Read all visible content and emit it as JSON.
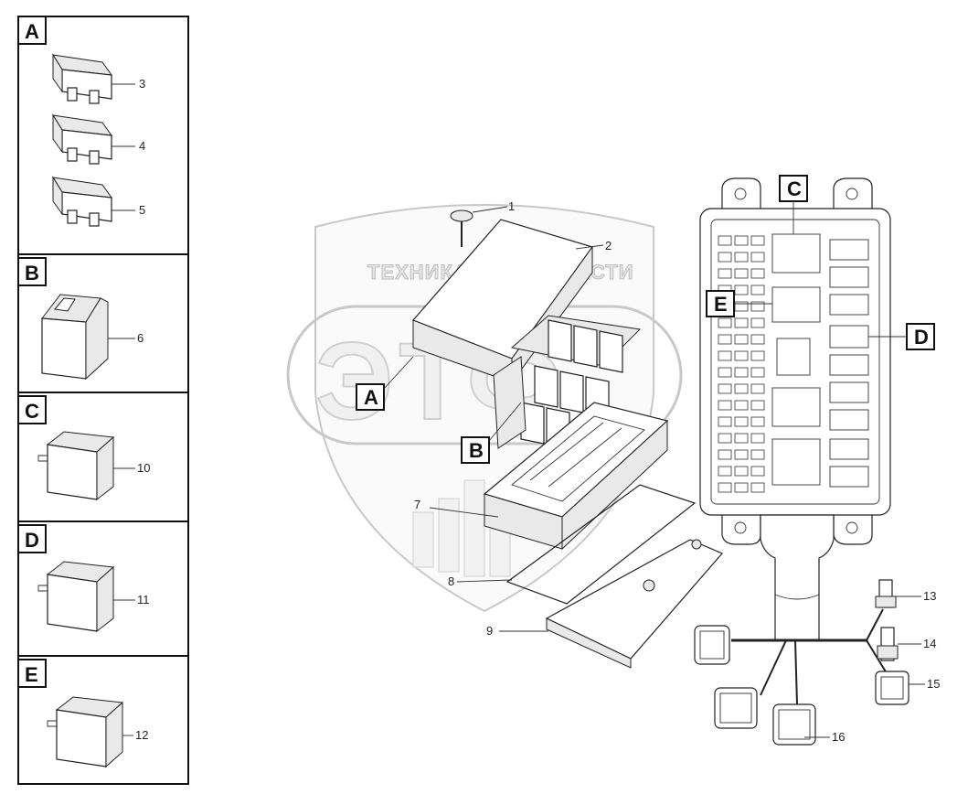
{
  "watermark": {
    "top_left": "ТЕХНИКА",
    "top_right": "ЗАПЧАСТИ",
    "big": "ЭТФ"
  },
  "legend_panels": [
    {
      "letter": "A",
      "callouts": [
        "3",
        "4",
        "5"
      ]
    },
    {
      "letter": "B",
      "callouts": [
        "6"
      ]
    },
    {
      "letter": "C",
      "callouts": [
        "10"
      ]
    },
    {
      "letter": "D",
      "callouts": [
        "11"
      ]
    },
    {
      "letter": "E",
      "callouts": [
        "12"
      ]
    }
  ],
  "main_callouts": {
    "c1": "1",
    "c2": "2",
    "c7": "7",
    "c8": "8",
    "c9": "9"
  },
  "main_tags": {
    "A": "A",
    "B": "B"
  },
  "layout_tags": {
    "C": "C",
    "D": "D",
    "E": "E"
  },
  "harness_callouts": {
    "c13": "13",
    "c14": "14",
    "c15": "15",
    "c16": "16"
  }
}
